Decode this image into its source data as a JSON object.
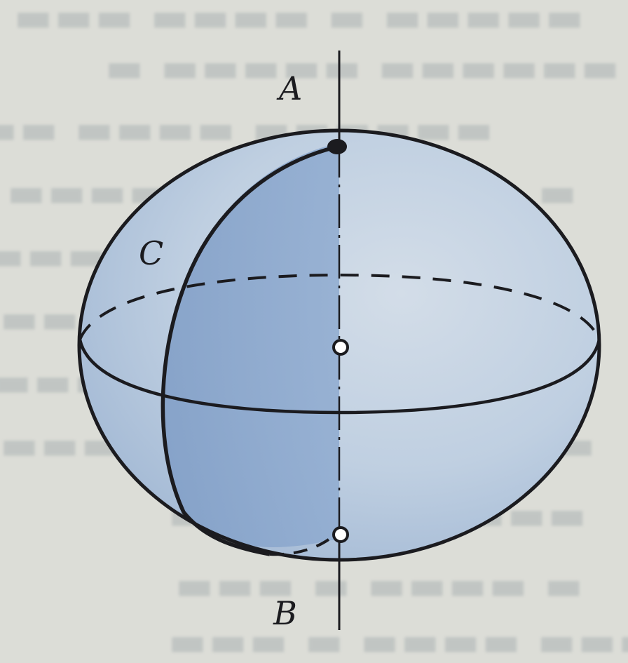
{
  "figure": {
    "labels": {
      "top_pole": "A",
      "bottom_pole": "B",
      "meridian_point": "C"
    },
    "colors": {
      "paper": "#dcddd7",
      "sphere_light": "#c6d3e2",
      "sphere_shade": "#8fa9cc",
      "ink": "#1b1b1f"
    }
  }
}
